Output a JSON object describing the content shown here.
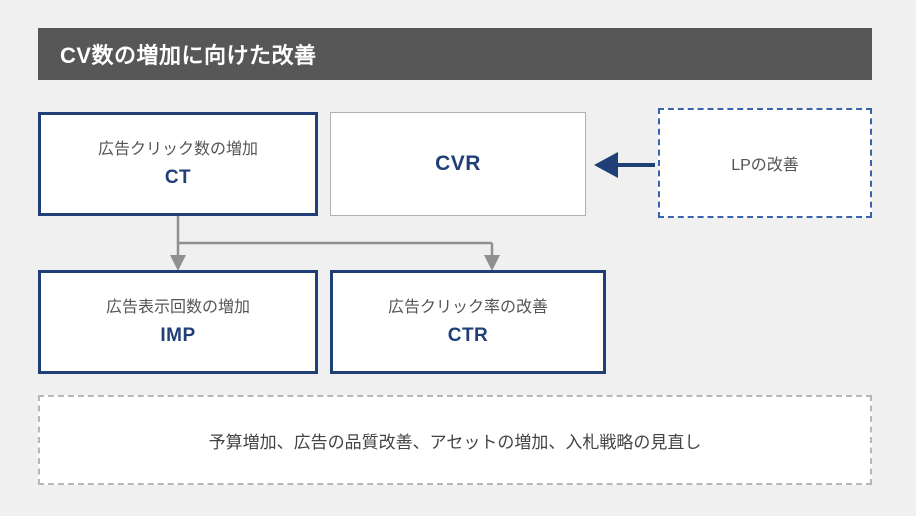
{
  "header": {
    "title": "CV数の増加に向けた改善",
    "background_color": "#575757",
    "text_color": "#ffffff"
  },
  "colors": {
    "page_background": "#f0f0f0",
    "accent_blue": "#1f3f76",
    "dashed_blue": "#3a63ad",
    "dashed_gray": "#b8b8b8",
    "connector_gray": "#909090",
    "box_fill": "#ffffff",
    "jp_text": "#555555"
  },
  "boxes": {
    "ct": {
      "label": "広告クリック数の増加",
      "code": "CT",
      "border_style": "solid",
      "border_color": "#1f3f76"
    },
    "cvr": {
      "code": "CVR",
      "border_style": "solid",
      "border_color": "#b0b0b0"
    },
    "lp": {
      "label": "LPの改善",
      "border_style": "dashed",
      "border_color": "#3a63ad"
    },
    "imp": {
      "label": "広告表示回数の増加",
      "code": "IMP",
      "border_style": "solid",
      "border_color": "#1f3f76"
    },
    "ctr": {
      "label": "広告クリック率の改善",
      "code": "CTR",
      "border_style": "solid",
      "border_color": "#1f3f76"
    },
    "measures": {
      "label": "予算増加、広告の品質改善、アセットの増加、入札戦略の見直し",
      "border_style": "dashed",
      "border_color": "#b8b8b8"
    }
  },
  "connectors": {
    "lp_to_cvr": {
      "direction": "left",
      "color": "#1f3f76",
      "style": "solid"
    },
    "ct_to_imp": {
      "direction": "down",
      "color": "#909090",
      "style": "solid"
    },
    "ct_to_ctr": {
      "direction": "down",
      "color": "#909090",
      "style": "solid"
    }
  }
}
